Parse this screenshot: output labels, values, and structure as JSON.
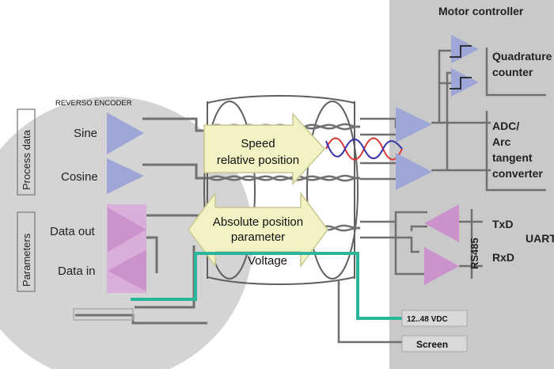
{
  "motor_controller": {
    "title": "Motor controller",
    "quadrature_line1": "Quadrature",
    "quadrature_line2": "counter",
    "adc_line1": "ADC/",
    "adc_line2": "Arc",
    "adc_line3": "tangent",
    "adc_line4": "converter",
    "txd": "TxD",
    "rxd": "RxD",
    "rs485": "RS485",
    "uart": "UART",
    "supply": "12..48 VDC",
    "screen": "Screen"
  },
  "encoder": {
    "title": "REVERSO ENCODER",
    "group_process": "Process data",
    "group_parameters": "Parameters",
    "sine": "Sine",
    "cosine": "Cosine",
    "data_out": "Data out",
    "data_in": "Data in"
  },
  "cable": {
    "speed_line1": "Speed",
    "speed_line2": "relative position",
    "absolute_line1": "Absolute position",
    "absolute_line2": "parameter",
    "voltage": "Voltage"
  },
  "colors": {
    "controller_bg": "#c9c9c9",
    "encoder_bg": "#d4d4d4",
    "triangle_blue": "#9ea6d8",
    "triangle_pink": "#d8a6d8",
    "arrow_fill": "#f2f2c4",
    "voltage_line": "#2bb59a",
    "wire": "#707070"
  }
}
